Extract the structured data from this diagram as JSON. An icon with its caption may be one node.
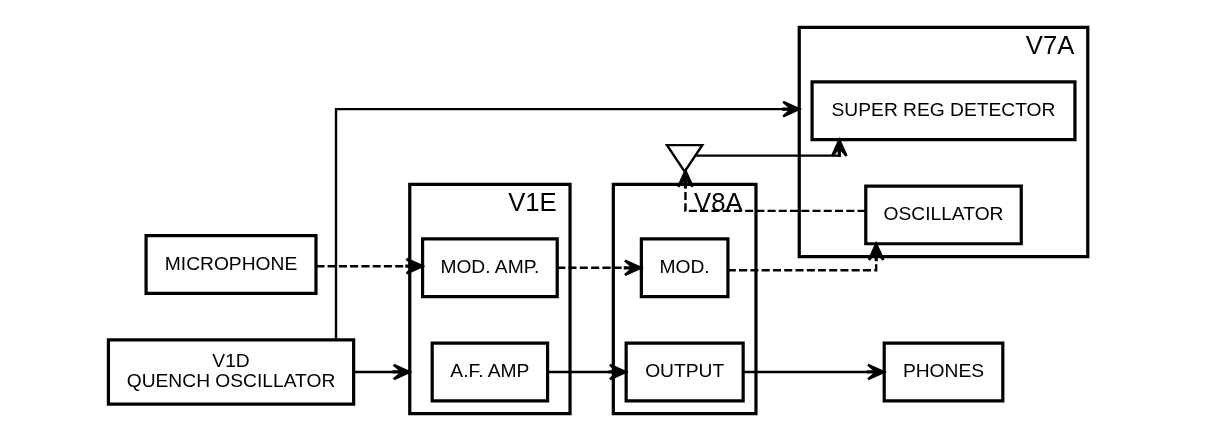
{
  "diagram": {
    "nodes": [
      {
        "text": [],
        "shape": "antenna"
      },
      {
        "text": [
          "V7A"
        ]
      },
      {
        "text": [
          "SUPER REG DETECTOR"
        ],
        "in": 1
      },
      {
        "text": [
          "OSCILLATOR"
        ],
        "in": 1
      },
      {
        "text": [
          "V1D",
          "QUENCH OSCILLATOR"
        ]
      },
      {
        "text": [
          "V1E"
        ]
      },
      {
        "text": [
          "A.F. AMP"
        ],
        "in": 5
      },
      {
        "text": [
          "MOD. AMP."
        ],
        "in": 5
      },
      {
        "text": [
          "V8A"
        ]
      },
      {
        "text": [
          "OUTPUT"
        ],
        "in": 8
      },
      {
        "text": [
          "MOD."
        ],
        "in": 8
      },
      {
        "text": [
          "PHONES"
        ]
      },
      {
        "text": [
          "MICROPHONE"
        ]
      }
    ],
    "edges": [
      {
        "from": 0,
        "to": 2,
        "arrow": "to"
      },
      {
        "from": 3,
        "to": 0,
        "arrow": "to",
        "style": "dashed"
      },
      {
        "from": 4,
        "to": 1,
        "arrow": "to"
      },
      {
        "from": 4,
        "to": 5,
        "arrow": "to"
      },
      {
        "from": 6,
        "to": 9,
        "arrow": "to"
      },
      {
        "from": 9,
        "to": 11,
        "arrow": "to"
      },
      {
        "from": 7,
        "to": 10,
        "arrow": "to",
        "style": "dashed"
      },
      {
        "from": 12,
        "to": 7,
        "arrow": "to",
        "style": "dashed"
      },
      {
        "from": 10,
        "to": 3,
        "arrow": "to",
        "style": "dashed"
      }
    ]
  }
}
